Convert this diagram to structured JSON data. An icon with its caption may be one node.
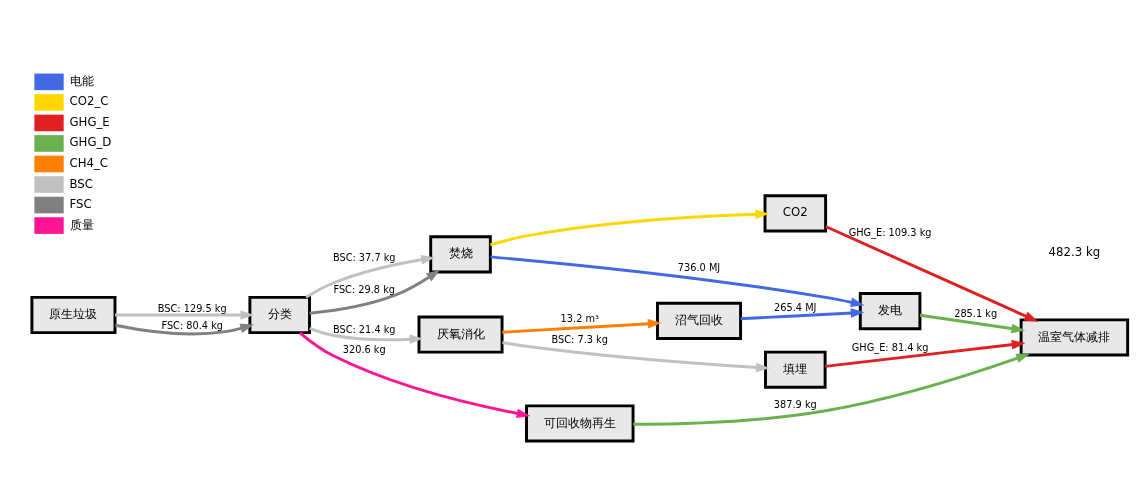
{
  "diagram": {
    "nodes": [
      {
        "text": [
          "原生垃圾"
        ]
      },
      {
        "text": [
          "分类"
        ]
      },
      {
        "text": [
          "焚烧"
        ]
      },
      {
        "text": [
          "CO2"
        ]
      },
      {
        "text": [
          "厌氧消化"
        ]
      },
      {
        "text": [
          "沼气回收"
        ]
      },
      {
        "text": [
          "发电"
        ]
      },
      {
        "text": [
          "填埋"
        ]
      },
      {
        "text": [
          "可回收物再生"
        ]
      },
      {
        "text": [
          "温室气体减排"
        ]
      }
    ],
    "edges": [
      {
        "from": 0,
        "to": 1,
        "arrow": "to",
        "label": "BSC: 129.5 kg",
        "color": "#c0c0c0"
      },
      {
        "from": 0,
        "to": 1,
        "arrow": "to",
        "label": "FSC: 80.4 kg",
        "color": "#808080"
      },
      {
        "from": 1,
        "to": 2,
        "arrow": "to",
        "label": "BSC: 37.7 kg",
        "color": "#c0c0c0"
      },
      {
        "from": 1,
        "to": 2,
        "arrow": "to",
        "label": "FSC: 29.8 kg",
        "color": "#808080"
      },
      {
        "from": 1,
        "to": 4,
        "arrow": "to",
        "label": "BSC: 21.4 kg",
        "color": "#c0c0c0"
      },
      {
        "from": 1,
        "to": 8,
        "arrow": "to",
        "label": "320.6 kg",
        "color": "#ff1493"
      },
      {
        "from": 2,
        "to": 3,
        "arrow": "to",
        "color": "#ffd700"
      },
      {
        "from": 2,
        "to": 6,
        "arrow": "to",
        "label": "736.0 MJ",
        "color": "#4169e1"
      },
      {
        "from": 4,
        "to": 5,
        "arrow": "to",
        "label": "13.2 m³",
        "color": "#ff7f00"
      },
      {
        "from": 4,
        "to": 7,
        "arrow": "to",
        "label": "BSC: 7.3 kg",
        "color": "#c0c0c0"
      },
      {
        "from": 5,
        "to": 6,
        "arrow": "to",
        "label": "265.4 MJ",
        "color": "#4169e1"
      },
      {
        "from": 3,
        "to": 9,
        "arrow": "to",
        "label": "GHG_E: 109.3 kg",
        "color": "#e02020"
      },
      {
        "from": 6,
        "to": 9,
        "arrow": "to",
        "label": "285.1 kg",
        "color": "#6ab04c"
      },
      {
        "from": 7,
        "to": 9,
        "arrow": "to",
        "label": "GHG_E: 81.4 kg",
        "color": "#e02020"
      },
      {
        "from": 8,
        "to": 9,
        "arrow": "to",
        "label": "387.9 kg",
        "color": "#6ab04c"
      }
    ],
    "labels": [
      "482.3 kg"
    ],
    "legend": [
      {
        "text": "电能",
        "color": "#4169e1"
      },
      {
        "text": "CO2_C",
        "color": "#ffd700"
      },
      {
        "text": "GHG_E",
        "color": "#e02020"
      },
      {
        "text": "GHG_D",
        "color": "#6ab04c"
      },
      {
        "text": "CH4_C",
        "color": "#ff7f00"
      },
      {
        "text": "BSC",
        "color": "#c0c0c0"
      },
      {
        "text": "FSC",
        "color": "#808080"
      },
      {
        "text": "质量",
        "color": "#ff1493"
      }
    ]
  }
}
